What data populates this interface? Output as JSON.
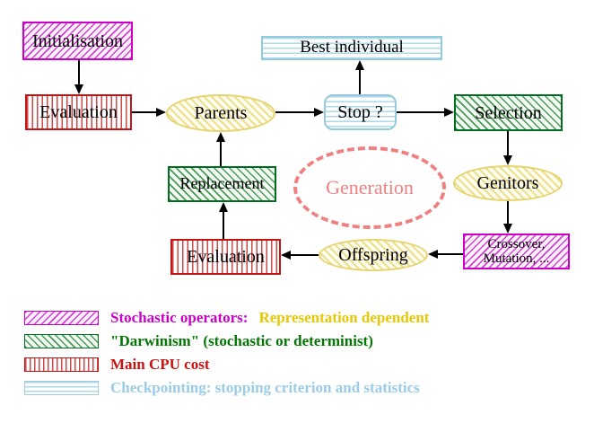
{
  "diagram": {
    "title_hint": "Evolutionary algorithm flowchart",
    "nodes": {
      "initialisation": {
        "label": "Initialisation"
      },
      "evaluation_top": {
        "label": "Evaluation"
      },
      "parents": {
        "label": "Parents"
      },
      "best_individual": {
        "label": "Best individual"
      },
      "stop": {
        "label": "Stop ?"
      },
      "selection": {
        "label": "Selection"
      },
      "replacement": {
        "label": "Replacement"
      },
      "generation": {
        "label": "Generation"
      },
      "genitors": {
        "label": "Genitors"
      },
      "crossover": {
        "label_line1": "Crossover,",
        "label_line2": "Mutation, ..."
      },
      "offspring": {
        "label": "Offspring"
      },
      "evaluation_bottom": {
        "label": "Evaluation"
      }
    },
    "legend": {
      "items": [
        {
          "swatch": "magenta-diagonal-hatch",
          "label": "Stochastic operators:",
          "label2": "Representation dependent",
          "label_color": "#cc00cc",
          "label2_color": "#e8c800"
        },
        {
          "swatch": "green-diagonal-hatch",
          "label": "\"Darwinism\" (stochastic or determinist)",
          "label_color": "#007700"
        },
        {
          "swatch": "red-vertical-hatch",
          "label": "Main CPU cost",
          "label_color": "#cc1111"
        },
        {
          "swatch": "cyan-horizontal-hatch",
          "label": "Checkpointing: stopping criterion and statistics",
          "label_color": "#99cce8"
        }
      ]
    },
    "colors": {
      "magenta": "#cc00cc",
      "red": "#c41414",
      "green": "#007020",
      "yellow_border": "#e6d470",
      "cyan_border": "#93cade",
      "salmon_dashed": "#f08080",
      "gold_text": "#e8c800",
      "arrow": "#000000",
      "background": "#ffffff"
    }
  }
}
